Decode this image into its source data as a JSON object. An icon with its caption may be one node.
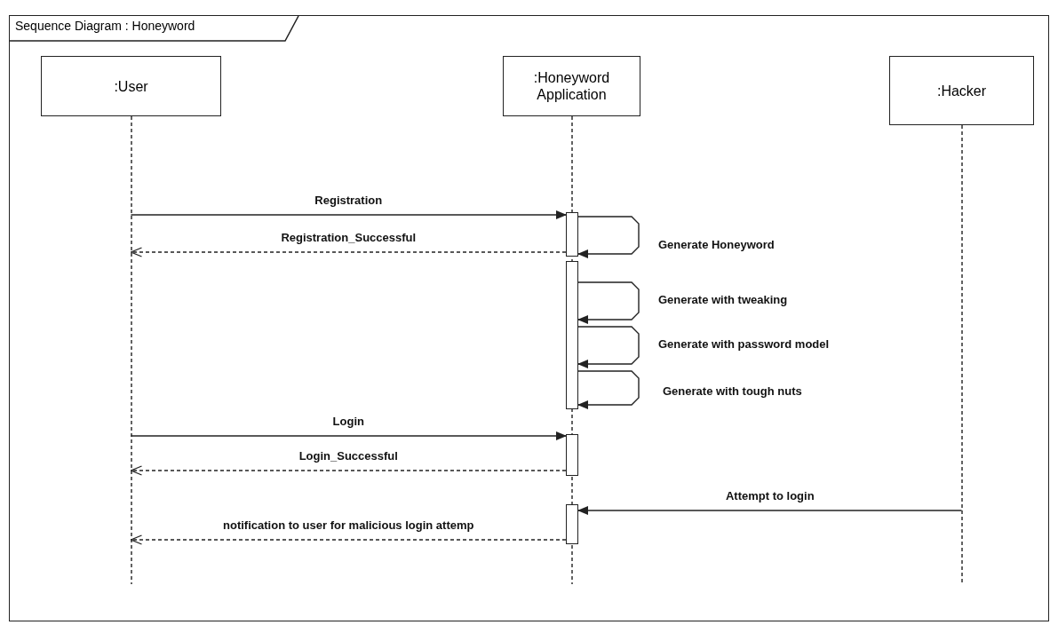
{
  "diagram": {
    "nodes": [
      {
        "text": [
          "Sequence Diagram : Honeyword"
        ]
      },
      {
        "text": [
          ":User"
        ],
        "in": 0
      },
      {
        "text": [
          ":Honeyword Application"
        ],
        "in": 0
      },
      {
        "text": [
          ":Hacker"
        ],
        "in": 0
      },
      {
        "text": [],
        "shape": "bar",
        "in": 2
      },
      {
        "text": [],
        "shape": "bar",
        "in": 2
      },
      {
        "text": [],
        "shape": "bar",
        "in": 2
      },
      {
        "text": [],
        "shape": "bar",
        "in": 2
      }
    ],
    "edges": [
      {
        "from": 1,
        "to": 4,
        "arrow": "to",
        "label": "Registration"
      },
      {
        "from": 4,
        "to": 1,
        "arrow": "to",
        "label": "Registration_Successful",
        "style": "dashed"
      },
      {
        "from": 4,
        "to": 4,
        "arrow": "to",
        "label": "Generate Honeyword"
      },
      {
        "from": 5,
        "to": 5,
        "arrow": "to",
        "label": "Generate with tweaking"
      },
      {
        "from": 5,
        "to": 5,
        "arrow": "to",
        "label": "Generate with password model"
      },
      {
        "from": 5,
        "to": 5,
        "arrow": "to",
        "label": "Generate with tough nuts"
      },
      {
        "from": 1,
        "to": 6,
        "arrow": "to",
        "label": "Login"
      },
      {
        "from": 6,
        "to": 1,
        "arrow": "to",
        "label": "Login_Successful",
        "style": "dashed"
      },
      {
        "from": 3,
        "to": 7,
        "arrow": "to",
        "label": "Attempt to login"
      },
      {
        "from": 7,
        "to": 1,
        "arrow": "to",
        "label": "notification to user for malicious login attemp",
        "style": "dashed"
      }
    ]
  }
}
